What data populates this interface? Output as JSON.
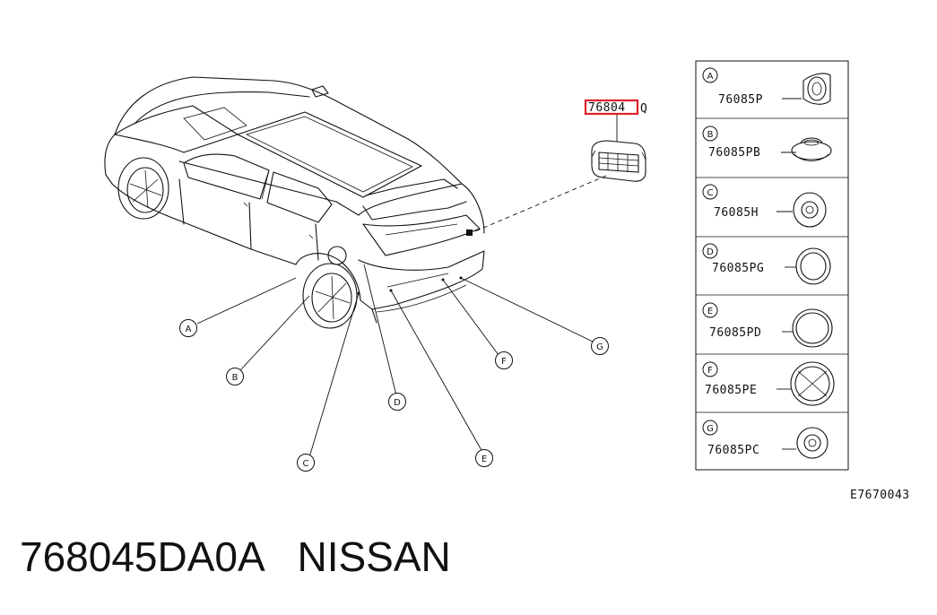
{
  "main_part": {
    "number": "76804",
    "suffix": "Q",
    "highlight_color": "#e0202a"
  },
  "callouts": [
    {
      "letter": "A"
    },
    {
      "letter": "B"
    },
    {
      "letter": "C"
    },
    {
      "letter": "D"
    },
    {
      "letter": "E"
    },
    {
      "letter": "F"
    },
    {
      "letter": "G"
    }
  ],
  "legend": [
    {
      "letter": "A",
      "part": "76085P"
    },
    {
      "letter": "B",
      "part": "76085PB"
    },
    {
      "letter": "C",
      "part": "76085H"
    },
    {
      "letter": "D",
      "part": "76085PG"
    },
    {
      "letter": "E",
      "part": "76085PD"
    },
    {
      "letter": "F",
      "part": "76085PE"
    },
    {
      "letter": "G",
      "part": "76085PC"
    }
  ],
  "figure_code": "E7670043",
  "caption": {
    "part_number": "768045DA0A",
    "brand": "NISSAN"
  }
}
